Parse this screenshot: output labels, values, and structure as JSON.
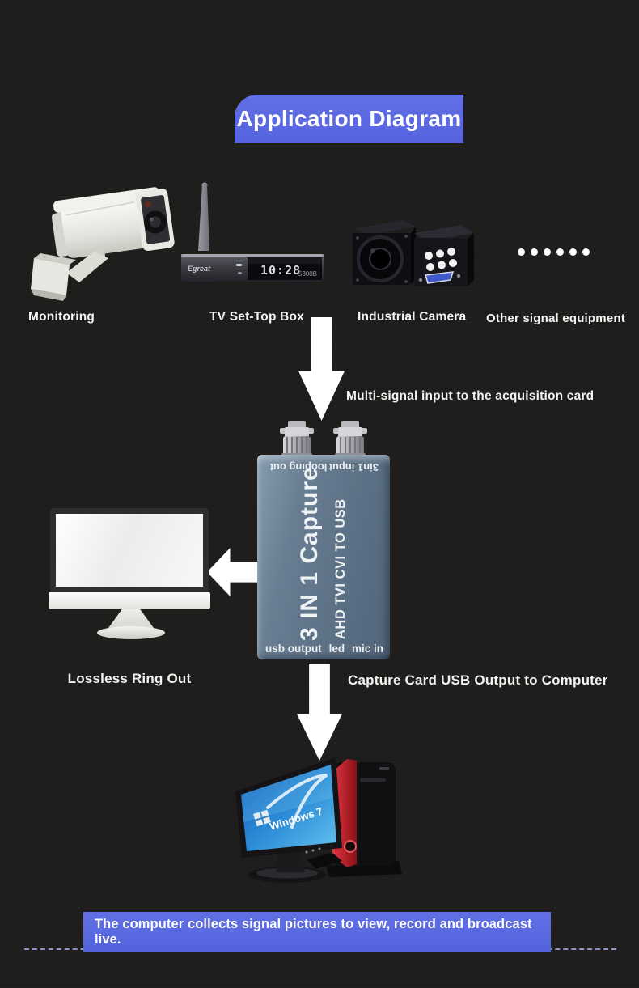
{
  "page": {
    "background": "#1e1d1b",
    "accent_blue": "#5c6ce2",
    "title": "Application Diagram"
  },
  "devices": {
    "monitoring_label": "Monitoring",
    "settop_label": "TV Set-Top Box",
    "industrial_label": "Industrial Camera",
    "other_label": "Other signal equipment",
    "settop_brand": "Egreat",
    "settop_display": "10:28",
    "settop_logo": "S300B"
  },
  "flow": {
    "input_caption": "Multi-signal input to the acquisition card",
    "ring_out_caption": "Lossless Ring Out",
    "output_caption": "Capture Card USB Output to Computer"
  },
  "capture_card": {
    "port_label_left": "looping out",
    "port_label_right": "3in1 input",
    "name": "3 IN 1 Capture",
    "subtitle": "AHD TVI CVI TO USB",
    "bottom_label_usb": "usb output",
    "bottom_label_led": "led",
    "bottom_label_mic": "mic in"
  },
  "computer": {
    "screen_text": "Windows 7"
  },
  "banner": {
    "text": "The computer collects signal pictures to view, record and broadcast live."
  }
}
